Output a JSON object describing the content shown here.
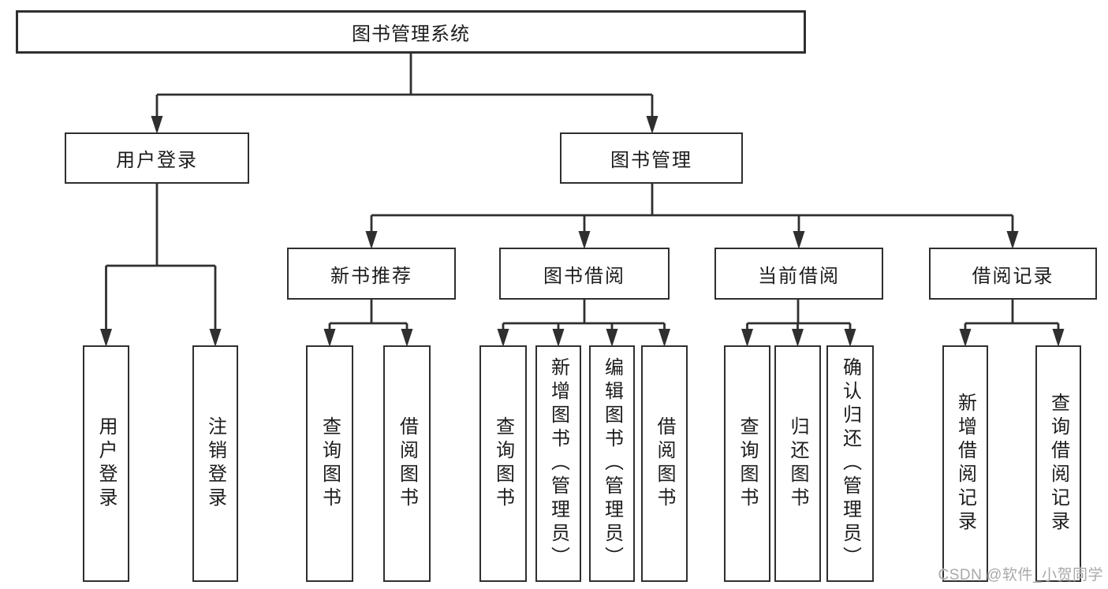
{
  "diagram": {
    "root": {
      "label": "图书管理系统"
    },
    "branches": [
      {
        "label": "用户登录",
        "children": [
          {
            "label": "用户登录"
          },
          {
            "label": "注销登录"
          }
        ]
      },
      {
        "label": "图书管理",
        "children": [
          {
            "label": "新书推荐",
            "children": [
              {
                "label": "查询图书"
              },
              {
                "label": "借阅图书"
              }
            ]
          },
          {
            "label": "图书借阅",
            "children": [
              {
                "label": "查询图书"
              },
              {
                "label": "新增图书（管理员）"
              },
              {
                "label": "编辑图书（管理员）"
              },
              {
                "label": "借阅图书"
              }
            ]
          },
          {
            "label": "当前借阅",
            "children": [
              {
                "label": "查询图书"
              },
              {
                "label": "归还图书"
              },
              {
                "label": "确认归还（管理员）"
              }
            ]
          },
          {
            "label": "借阅记录",
            "children": [
              {
                "label": "新增借阅记录"
              },
              {
                "label": "查询借阅记录"
              }
            ]
          }
        ]
      }
    ]
  },
  "watermark": {
    "text": "CSDN @软件_小贺同学"
  },
  "colors": {
    "line": "#2f2f2f",
    "box_fill": "#ffffff",
    "text": "#1c1c1c",
    "watermark": "#a9a9a9",
    "background": "#ffffff"
  }
}
